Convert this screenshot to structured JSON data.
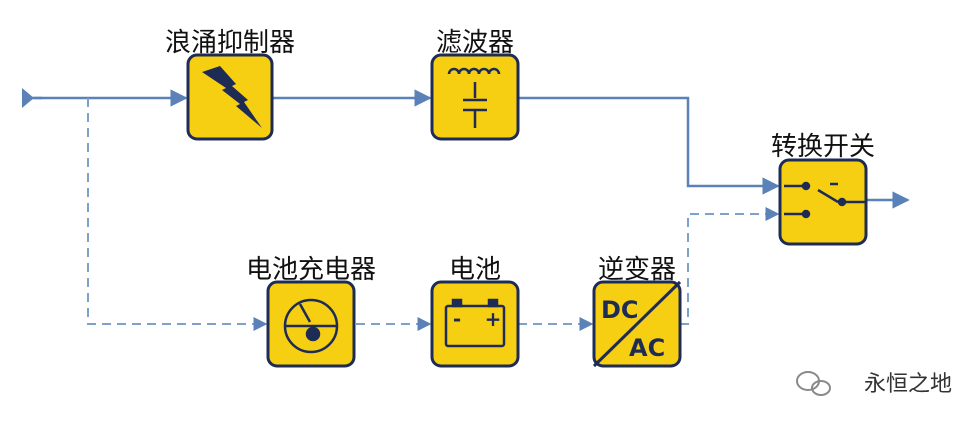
{
  "labels": {
    "surge_suppressor": "浪涌抑制器",
    "filter": "滤波器",
    "transfer_switch": "转换开关",
    "battery_charger": "电池充电器",
    "battery": "电池",
    "inverter": "逆变器"
  },
  "inverter_text": {
    "top": "DC",
    "bottom": "AC"
  },
  "battery_terminals": {
    "neg": "-",
    "pos": "+"
  },
  "watermark": "永恒之地",
  "colors": {
    "line": "#5a82b8",
    "box_fill": "#f7cf12",
    "box_stroke": "#1e2c55",
    "icon": "#1e2c55"
  }
}
